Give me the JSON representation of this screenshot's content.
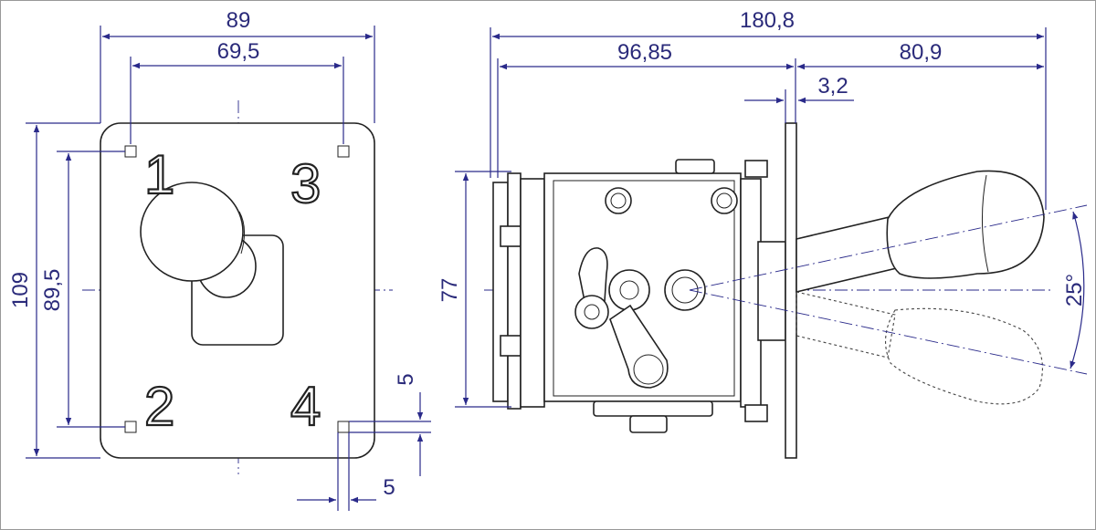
{
  "diagram": {
    "front_view": {
      "dims": {
        "width_outer": "89",
        "width_holes": "69,5",
        "height_outer": "109",
        "height_holes": "89,5",
        "hole_offset_v": "5",
        "hole_offset_h": "5"
      },
      "positions": [
        "1",
        "2",
        "3",
        "4"
      ]
    },
    "side_view": {
      "dims": {
        "total_length": "180,8",
        "body_length": "96,85",
        "lever_length": "80,9",
        "plate_thickness": "3,2",
        "body_height": "77",
        "lever_angle": "25°"
      }
    }
  },
  "colors": {
    "dimension": "#2a2a8a",
    "outline": "#222222",
    "background": "#ffffff"
  }
}
